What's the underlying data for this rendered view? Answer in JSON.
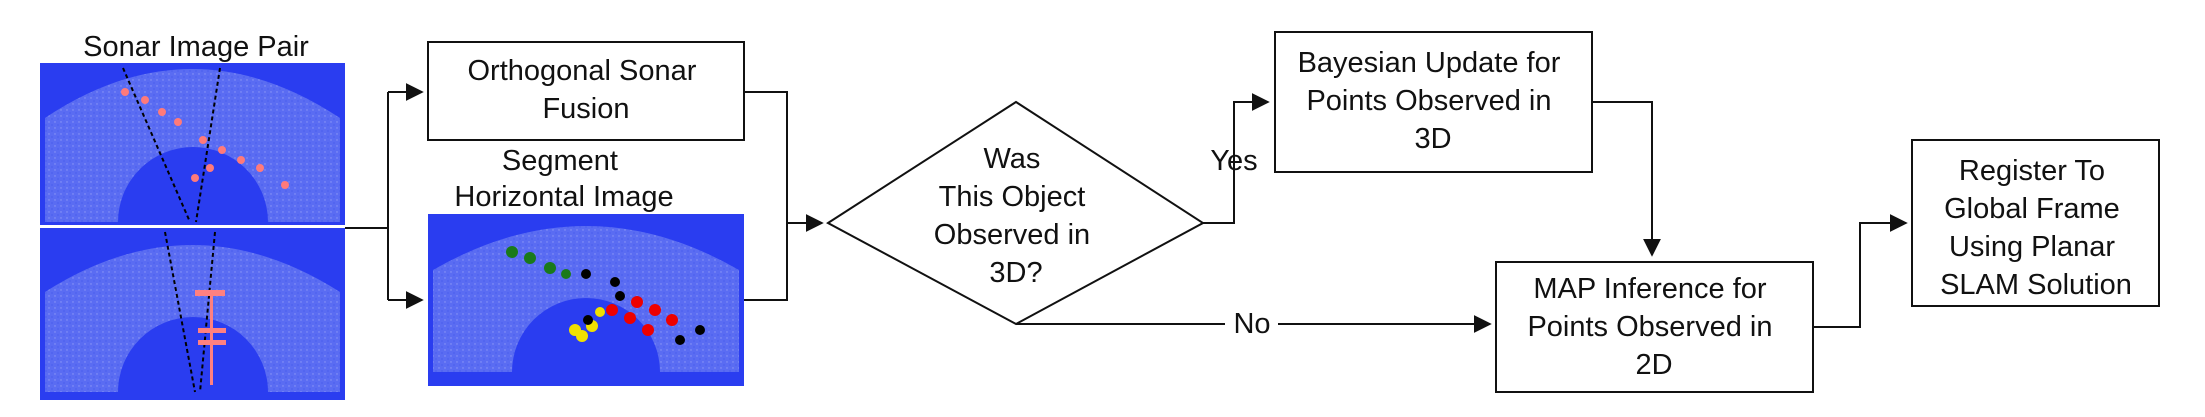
{
  "labels": {
    "sonar_pair": "Sonar Image Pair",
    "segment_line1": "Segment",
    "segment_line2": "Horizontal Image",
    "yes": "Yes",
    "no": "No"
  },
  "boxes": {
    "fusion": [
      "Orthogonal Sonar",
      "Fusion"
    ],
    "decision": [
      "Was",
      "This Object",
      "Observed in",
      "3D?"
    ],
    "bayesian": [
      "Bayesian Update for",
      "Points Observed in",
      "3D"
    ],
    "map": [
      "MAP Inference for",
      "Points Observed in",
      "2D"
    ],
    "register": [
      "Register To",
      "Global Frame",
      "Using Planar",
      "SLAM Solution"
    ]
  },
  "colors": {
    "sonar_blue": "#2a3df0",
    "fan_blue": "#5a6cf2",
    "line": "#111111"
  }
}
